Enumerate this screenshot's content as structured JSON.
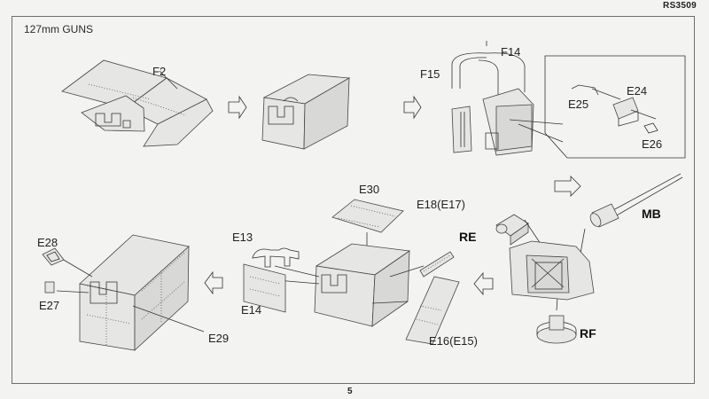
{
  "header": {
    "code": "RS3509"
  },
  "section": {
    "title": "127mm GUNS"
  },
  "footer": {
    "page_number": "5"
  },
  "labels": {
    "f2": "F2",
    "f14": "F14",
    "f15": "F15",
    "e24": "E24",
    "e25": "E25",
    "e26": "E26",
    "e30": "E30",
    "e18": "E18(E17)",
    "mb": "MB",
    "re": "RE",
    "rf": "RF",
    "e16": "E16(E15)",
    "e13": "E13",
    "e14": "E14",
    "e28": "E28",
    "e27": "E27",
    "e29": "E29"
  }
}
